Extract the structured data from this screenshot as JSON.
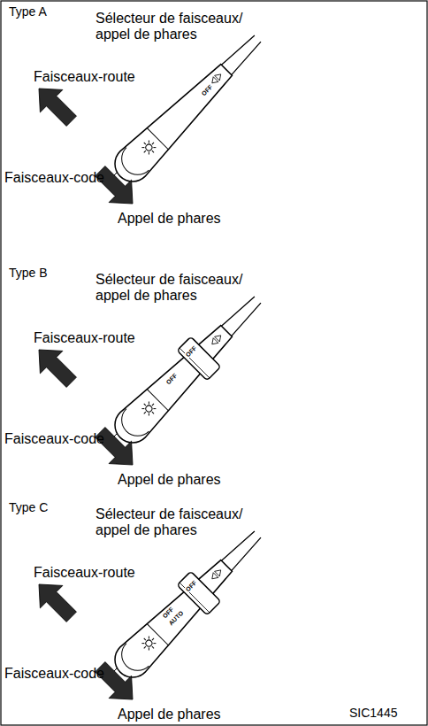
{
  "diagram": {
    "labels": [
      "Type A",
      "Sélecteur de faisceaux/ appel de phares",
      "Faisceaux-route",
      "Faisceaux-code",
      "Appel de phares",
      "OFF",
      "Type B",
      "Sélecteur de faisceaux/ appel de phares",
      "Faisceaux-route",
      "Faisceaux-code",
      "Appel de phares",
      "OFF",
      "OFF",
      "Type C",
      "Sélecteur de faisceaux/ appel de phares",
      "Faisceaux-route",
      "Faisceaux-code",
      "Appel de phares",
      "OFF",
      "OFF",
      "AUTO",
      "SIC1445"
    ]
  }
}
